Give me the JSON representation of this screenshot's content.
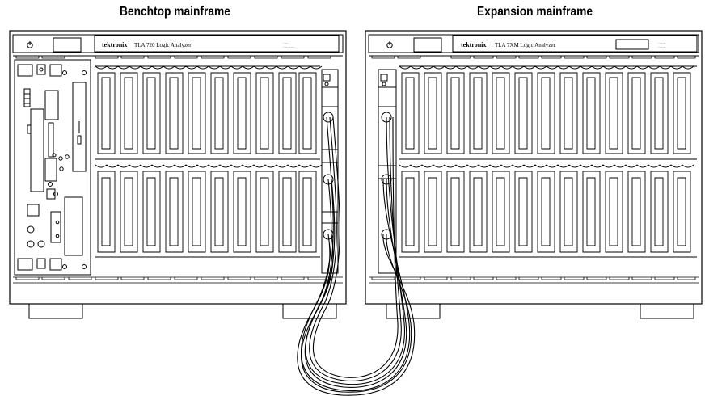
{
  "captions": {
    "left": "Benchtop mainframe",
    "right": "Expansion mainframe"
  },
  "left_unit": {
    "brand": "tektronix",
    "model": "TLA 720 Logic Analyzer",
    "power_icon": "power-icon",
    "slot_modules": 10
  },
  "right_unit": {
    "brand": "tektronix",
    "model": "TLA 7XM Logic Analyzer",
    "power_icon": "power-icon",
    "slot_modules": 13
  },
  "colors": {
    "line": "#000000",
    "background": "#ffffff",
    "panel": "#f2f2f2"
  }
}
